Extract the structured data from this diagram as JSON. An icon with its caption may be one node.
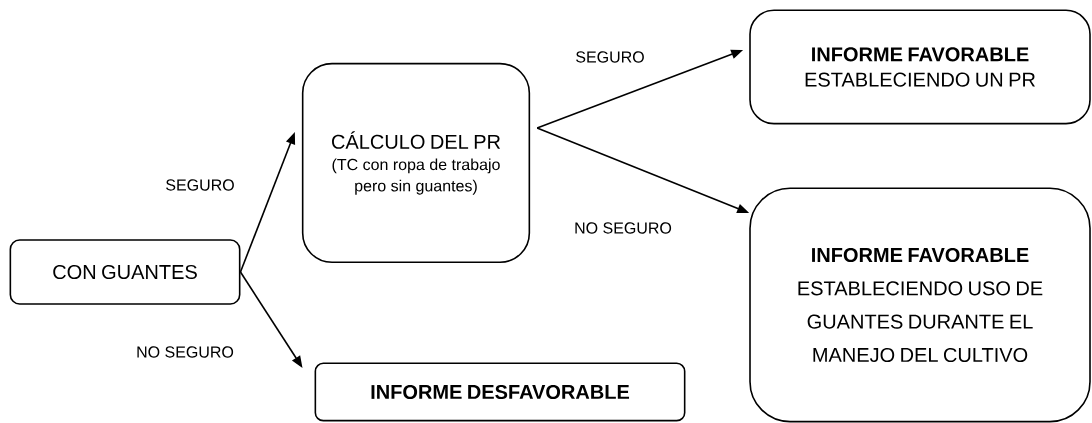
{
  "diagram": {
    "nodes": [
      {
        "text": [
          "CON GUANTES"
        ]
      },
      {
        "text": [
          "CÁLCULO DEL PR",
          "(TC con ropa de trabajo pero sin guantes)"
        ]
      },
      {
        "text": [
          "INFORME DESFAVORABLE"
        ]
      },
      {
        "text": [
          "INFORME FAVORABLE",
          "ESTABLECIENDO UN PR"
        ]
      },
      {
        "text": [
          "INFORME FAVORABLE",
          "ESTABLECIENDO USO DE GUANTES DURANTE EL MANEJO DEL CULTIVO"
        ]
      }
    ],
    "edges": [
      {
        "from": 0,
        "to": 1,
        "arrow": "to",
        "label": "SEGURO"
      },
      {
        "from": 0,
        "to": 2,
        "arrow": "to",
        "label": "NO SEGURO"
      },
      {
        "from": 1,
        "to": 3,
        "arrow": "to",
        "label": "SEGURO"
      },
      {
        "from": 1,
        "to": 4,
        "arrow": "to",
        "label": "NO SEGURO"
      }
    ]
  }
}
